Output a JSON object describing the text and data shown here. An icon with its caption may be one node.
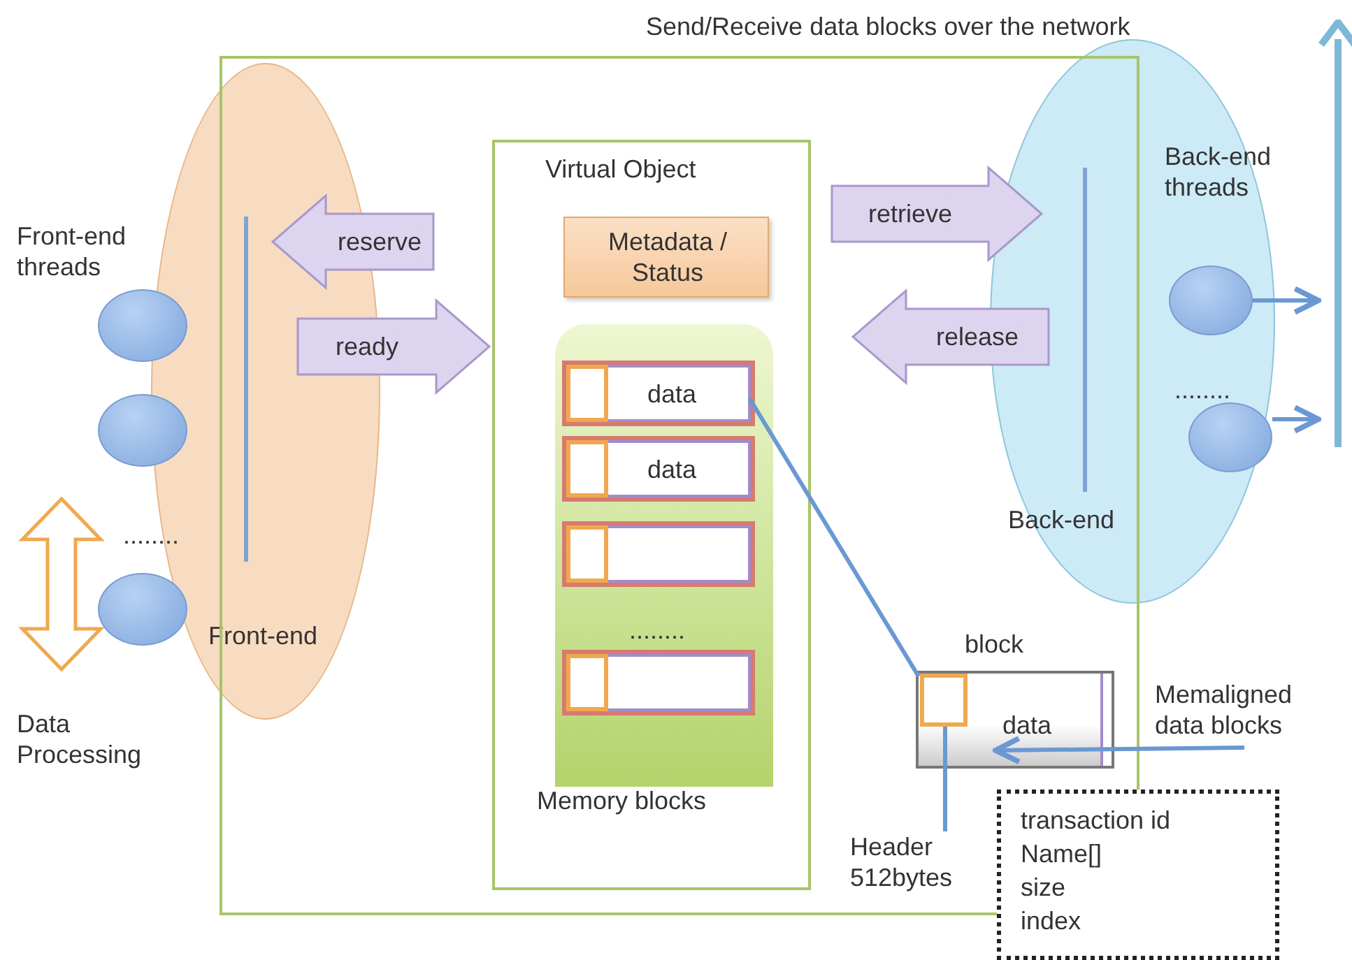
{
  "diagram": {
    "nodes": [
      {
        "text": [],
        "shape": "box"
      },
      {
        "text": [
          "Front-end"
        ]
      },
      {
        "text": [],
        "shape": "circle"
      },
      {
        "text": [],
        "shape": "circle"
      },
      {
        "text": [],
        "shape": "circle"
      },
      {
        "text": [
          "Virtual Object",
          "Memory blocks"
        ],
        "in": 0
      },
      {
        "text": [
          "Metadata / Status"
        ],
        "in": 5
      },
      {
        "text": [],
        "shape": "box",
        "in": 5
      },
      {
        "text": [
          "data"
        ],
        "in": 7
      },
      {
        "text": [
          "data"
        ],
        "in": 7
      },
      {
        "text": [],
        "shape": "box",
        "in": 7
      },
      {
        "text": [],
        "shape": "box",
        "in": 7
      },
      {
        "text": [
          "Back-end threads",
          "Back-end"
        ]
      },
      {
        "text": [],
        "shape": "circle",
        "in": 12
      },
      {
        "text": [],
        "shape": "circle",
        "in": 12
      },
      {
        "text": [],
        "shape": "bar"
      },
      {
        "text": [
          "data"
        ],
        "in": 0
      },
      {
        "text": [],
        "shape": "box",
        "in": 16
      },
      {
        "text": [
          "Header 512bytes"
        ],
        "in": 0
      },
      {
        "text": [
          "Memaligned data blocks"
        ]
      },
      {
        "text": [
          "transaction id",
          "Name[]",
          "size",
          "index"
        ]
      }
    ],
    "edges": [
      {
        "from": 5,
        "to": 1,
        "arrow": "to",
        "label": "reserve",
        "style": "thick",
        "color": "#ddd4ef"
      },
      {
        "from": 1,
        "to": 5,
        "arrow": "to",
        "label": "ready",
        "style": "thick",
        "color": "#ddd4ef"
      },
      {
        "from": 5,
        "to": 12,
        "arrow": "to",
        "label": "retrieve",
        "style": "thick",
        "color": "#ddd4ef"
      },
      {
        "from": 12,
        "to": 5,
        "arrow": "to",
        "label": "release",
        "style": "thick",
        "color": "#ddd4ef"
      },
      {
        "from": 13,
        "to": 15,
        "arrow": "to"
      },
      {
        "from": 14,
        "to": 15,
        "arrow": "to"
      },
      {
        "from": 8,
        "to": 16,
        "arrow": "none"
      },
      {
        "from": 18,
        "to": 17,
        "arrow": "none"
      },
      {
        "from": 19,
        "to": 16,
        "arrow": "to"
      }
    ],
    "labels": [
      "Send/Receive data blocks over the network",
      "Front-end threads",
      "........",
      "Data Processing",
      "........",
      "........",
      "block"
    ]
  }
}
